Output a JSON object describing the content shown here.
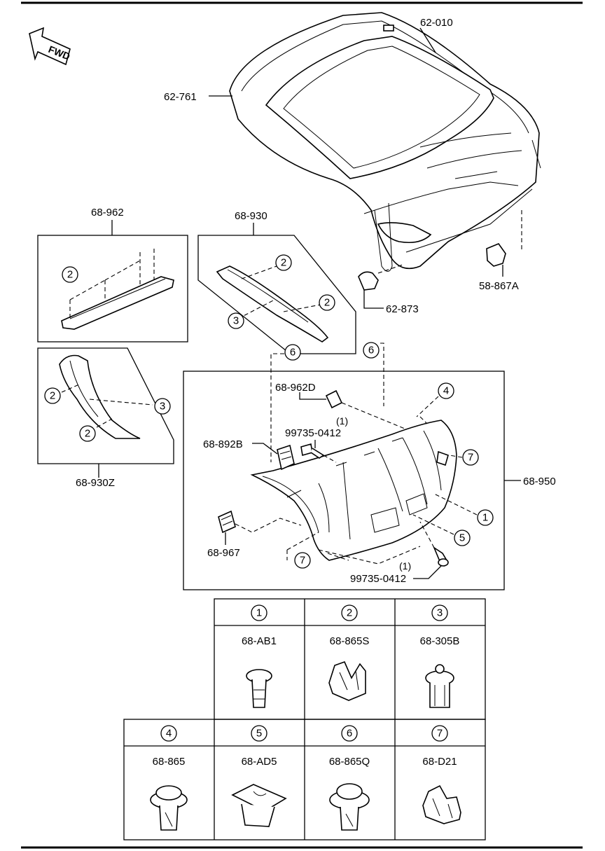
{
  "fwd_label": "FWD",
  "callouts": {
    "hatch": "62-010",
    "hatch_seal": "62-761",
    "bumper_stopper": "62-873",
    "stop_bracket": "58-867A",
    "garnish_left": "68-962",
    "garnish_right": "68-930",
    "trim_left_side": "68-930Z",
    "liftgate_trim": "68-950",
    "cap_upper": "68-962D",
    "screw_upper": "99735-0412",
    "screw_upper_qty": "(1)",
    "cap_side": "68-892B",
    "cap_lower": "68-967",
    "screw_lower": "99735-0412",
    "screw_lower_qty": "(1)"
  },
  "circle_refs": [
    "1",
    "2",
    "3",
    "4",
    "5",
    "6",
    "7"
  ],
  "fastener_table": [
    {
      "ref": "1",
      "part": "68-AB1"
    },
    {
      "ref": "2",
      "part": "68-865S"
    },
    {
      "ref": "3",
      "part": "68-305B"
    },
    {
      "ref": "4",
      "part": "68-865"
    },
    {
      "ref": "5",
      "part": "68-AD5"
    },
    {
      "ref": "6",
      "part": "68-865Q"
    },
    {
      "ref": "7",
      "part": "68-D21"
    }
  ]
}
